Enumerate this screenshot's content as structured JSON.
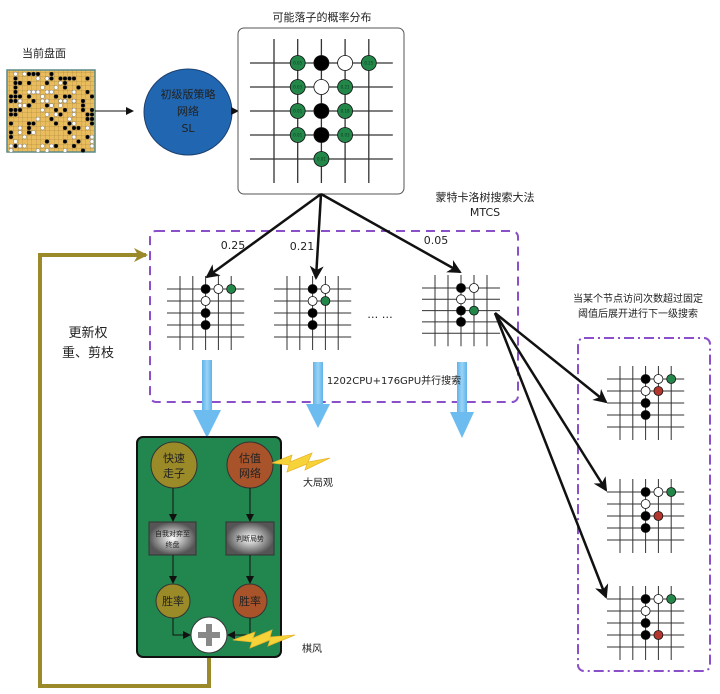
{
  "title": "可能落子的概率分布",
  "current_board_label": "当前盘面",
  "policy_network": {
    "line1": "初级版策略",
    "line2": "网络",
    "line3": "SL"
  },
  "mcts_label": {
    "line1": "蒙特卡洛树搜索大法",
    "line2": "MTCS"
  },
  "branch_probs": [
    "0.25",
    "0.21",
    "0.05"
  ],
  "ellipsis": "… …",
  "parallel_label": "1202CPU+176GPU并行搜索",
  "expand_label": {
    "line1": "当某个节点访问次数超过固定",
    "line2": "阈值后展开进行下一级搜索"
  },
  "update_label": {
    "line1": "更新权",
    "line2": "重、剪枝"
  },
  "rollout": {
    "line1": "快速",
    "line2": "走子",
    "step_line1": "自我对弈至",
    "step_line2": "终盘",
    "result": "胜率"
  },
  "value_net": {
    "line1": "估值",
    "line2": "网络",
    "step": "判断局势",
    "result": "胜率"
  },
  "big_picture_label": "大局观",
  "style_label": "棋风",
  "colors": {
    "policy_blue": "#2166b0",
    "green_panel": "#22874f",
    "rollout_gold": "#9a8a28",
    "value_brown": "#a8532a",
    "purple_dash": "#8a4fc9",
    "stone_green": "#23874a",
    "stone_red": "#b3372c",
    "feedback_line": "#9a8a2a"
  },
  "boards": {
    "probability": [
      {
        "c": 1,
        "r": 0,
        "s": "g",
        "p": "0.05"
      },
      {
        "c": 2,
        "r": 0,
        "s": "b"
      },
      {
        "c": 3,
        "r": 0,
        "s": "w"
      },
      {
        "c": 4,
        "r": 0,
        "s": "g",
        "p": "0.25"
      },
      {
        "c": 1,
        "r": 1,
        "s": "g",
        "p": "0.03"
      },
      {
        "c": 2,
        "r": 1,
        "s": "w"
      },
      {
        "c": 3,
        "r": 1,
        "s": "g",
        "p": "0.21"
      },
      {
        "c": 1,
        "r": 2,
        "s": "g",
        "p": "0.01"
      },
      {
        "c": 2,
        "r": 2,
        "s": "b"
      },
      {
        "c": 3,
        "r": 2,
        "s": "g",
        "p": "0.18"
      },
      {
        "c": 1,
        "r": 3,
        "s": "g",
        "p": "0.01"
      },
      {
        "c": 2,
        "r": 3,
        "s": "b"
      },
      {
        "c": 3,
        "r": 3,
        "s": "g",
        "p": "0.03"
      },
      {
        "c": 2,
        "r": 4,
        "s": "g",
        "p": "0.01"
      }
    ],
    "branch1": [
      {
        "c": 2,
        "r": 0,
        "s": "b"
      },
      {
        "c": 3,
        "r": 0,
        "s": "w"
      },
      {
        "c": 4,
        "r": 0,
        "s": "g"
      },
      {
        "c": 2,
        "r": 1,
        "s": "w"
      },
      {
        "c": 2,
        "r": 2,
        "s": "b"
      },
      {
        "c": 2,
        "r": 3,
        "s": "b"
      }
    ],
    "branch2": [
      {
        "c": 2,
        "r": 0,
        "s": "b"
      },
      {
        "c": 3,
        "r": 0,
        "s": "w"
      },
      {
        "c": 2,
        "r": 1,
        "s": "w"
      },
      {
        "c": 3,
        "r": 1,
        "s": "g"
      },
      {
        "c": 2,
        "r": 2,
        "s": "b"
      },
      {
        "c": 2,
        "r": 3,
        "s": "b"
      }
    ],
    "branch3": [
      {
        "c": 2,
        "r": 0,
        "s": "b"
      },
      {
        "c": 3,
        "r": 0,
        "s": "w"
      },
      {
        "c": 2,
        "r": 1,
        "s": "w"
      },
      {
        "c": 2,
        "r": 2,
        "s": "b"
      },
      {
        "c": 3,
        "r": 2,
        "s": "g"
      },
      {
        "c": 2,
        "r": 3,
        "s": "b"
      }
    ],
    "child1": [
      {
        "c": 2,
        "r": 0,
        "s": "b"
      },
      {
        "c": 3,
        "r": 0,
        "s": "w"
      },
      {
        "c": 4,
        "r": 0,
        "s": "g"
      },
      {
        "c": 2,
        "r": 1,
        "s": "w"
      },
      {
        "c": 3,
        "r": 1,
        "s": "r"
      },
      {
        "c": 2,
        "r": 2,
        "s": "b"
      },
      {
        "c": 2,
        "r": 3,
        "s": "b"
      }
    ],
    "child2": [
      {
        "c": 2,
        "r": 0,
        "s": "b"
      },
      {
        "c": 3,
        "r": 0,
        "s": "w"
      },
      {
        "c": 4,
        "r": 0,
        "s": "g"
      },
      {
        "c": 2,
        "r": 1,
        "s": "w"
      },
      {
        "c": 2,
        "r": 2,
        "s": "b"
      },
      {
        "c": 3,
        "r": 2,
        "s": "r"
      },
      {
        "c": 2,
        "r": 3,
        "s": "b"
      }
    ],
    "child3": [
      {
        "c": 2,
        "r": 0,
        "s": "b"
      },
      {
        "c": 3,
        "r": 0,
        "s": "w"
      },
      {
        "c": 4,
        "r": 0,
        "s": "g"
      },
      {
        "c": 2,
        "r": 1,
        "s": "w"
      },
      {
        "c": 2,
        "r": 2,
        "s": "b"
      },
      {
        "c": 2,
        "r": 3,
        "s": "b"
      },
      {
        "c": 3,
        "r": 3,
        "s": "r"
      }
    ]
  }
}
